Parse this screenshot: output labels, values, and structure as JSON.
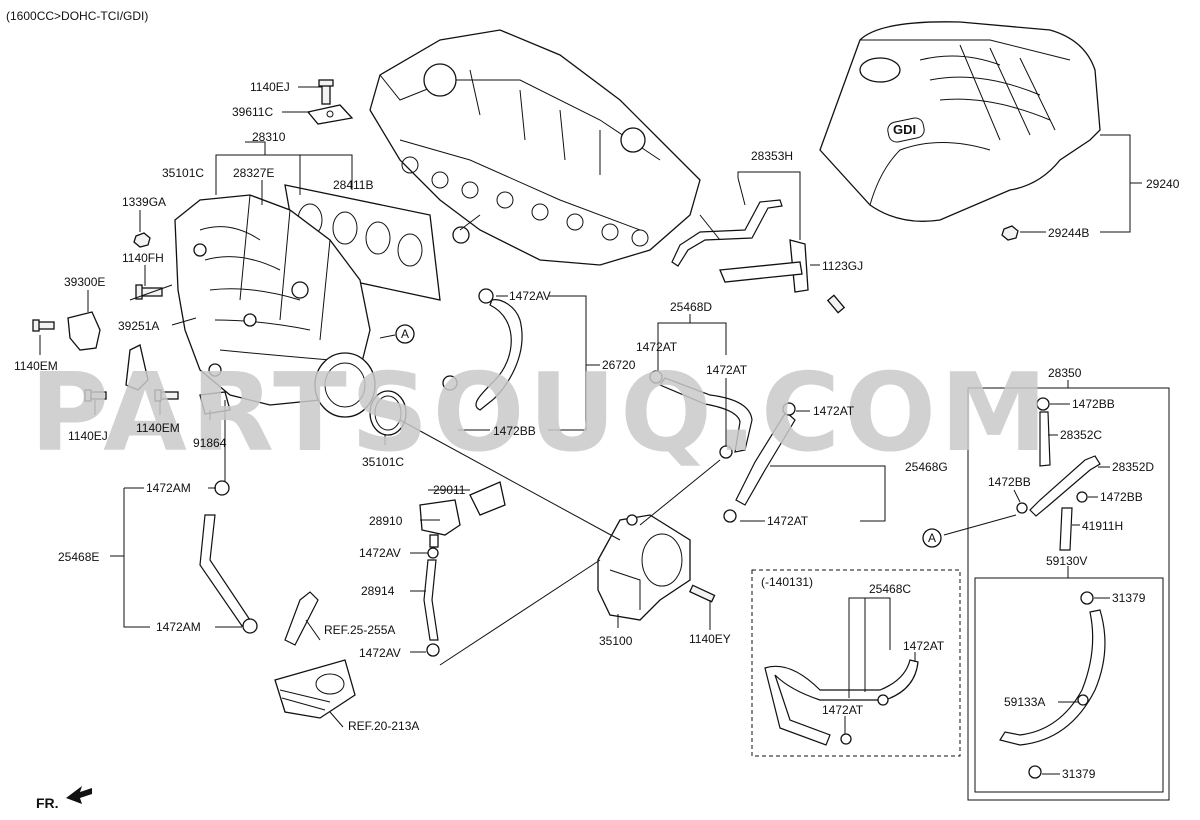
{
  "header": {
    "engine_spec": "(1600CC>DOHC-TCI/GDI)"
  },
  "watermark": "PARTSOUQ.COM",
  "orientation": {
    "front_label": "FR."
  },
  "circle_refs": {
    "a_left": "A",
    "a_right": "A"
  },
  "cover_badge": "GDI",
  "callouts": {
    "c1140EJ_top": "1140EJ",
    "c39611C": "39611C",
    "c28310": "28310",
    "c35101C_top": "35101C",
    "c28327E": "28327E",
    "c28411B": "28411B",
    "c1339GA": "1339GA",
    "c1140FH": "1140FH",
    "c39300E": "39300E",
    "c39251A": "39251A",
    "c1140EM_left": "1140EM",
    "c1140EJ_bottom": "1140EJ",
    "c1140EM_mid": "1140EM",
    "c91864": "91864",
    "c35101C_bottom": "35101C",
    "c1472AV_top": "1472AV",
    "c26720": "26720",
    "c1472BB_mid": "1472BB",
    "c25468D": "25468D",
    "c1472AT_a": "1472AT",
    "c1472AT_b": "1472AT",
    "c1472AT_c": "1472AT",
    "c25468G": "25468G",
    "c1472AT_d": "1472AT",
    "c28353H": "28353H",
    "c1123GJ": "1123GJ",
    "c29240": "29240",
    "c29244B": "29244B",
    "c1472AM_top": "1472AM",
    "c25468E": "25468E",
    "c1472AM_bottom": "1472AM",
    "cREF25": "REF.25-255A",
    "cREF20": "REF.20-213A",
    "c29011": "29011",
    "c28910": "28910",
    "c1472AV_mid": "1472AV",
    "c28914": "28914",
    "c1472AV_bottom": "1472AV",
    "c35100": "35100",
    "c1140EY": "1140EY",
    "c_140131": "(-140131)",
    "c25468C": "25468C",
    "c1472AT_e": "1472AT",
    "c1472AT_f": "1472AT",
    "c28350": "28350",
    "c1472BB_r1": "1472BB",
    "c28352C": "28352C",
    "c28352D": "28352D",
    "c1472BB_r2": "1472BB",
    "c1472BB_r3": "1472BB",
    "c41911H": "41911H",
    "c59130V": "59130V",
    "c31379_top": "31379",
    "c59133A": "59133A",
    "c31379_bottom": "31379"
  }
}
